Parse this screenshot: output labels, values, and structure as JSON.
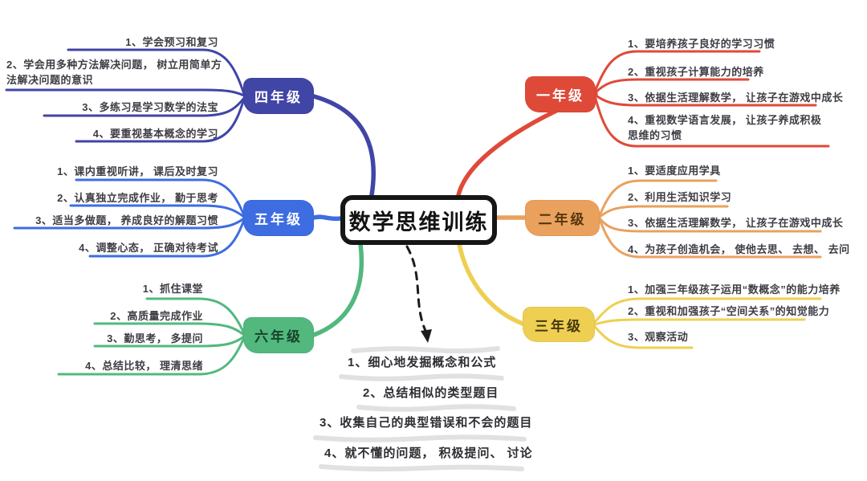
{
  "center": {
    "label": "数学思维训练"
  },
  "branches": [
    {
      "name": "grade-4",
      "label": "四年级",
      "color": "#4145a6",
      "label_color": "#ffffff",
      "items": [
        "1、学会预习和复习",
        "2、学会用多种方法解决问题， 树立用简单方法解决问题的意识",
        "3、多练习是学习数学的法宝",
        "4、要重视基本概念的学习"
      ]
    },
    {
      "name": "grade-5",
      "label": "五年级",
      "color": "#3e6de2",
      "label_color": "#ffffff",
      "items": [
        "1、课内重视听讲， 课后及时复习",
        "2、认真独立完成作业， 勤于思考",
        "3、适当多做题， 养成良好的解题习惯",
        "4、调整心态， 正确对待考试"
      ]
    },
    {
      "name": "grade-6",
      "label": "六年级",
      "color": "#52b87e",
      "label_color": "#17432b",
      "items": [
        "1、抓住课堂",
        "2、高质量完成作业",
        "3、勤思考， 多提问",
        "4、总结比较， 理清思绪"
      ]
    },
    {
      "name": "grade-1",
      "label": "一年级",
      "color": "#df4a38",
      "label_color": "#ffffff",
      "items": [
        "1、要培养孩子良好的学习习惯",
        "2、重视孩子计算能力的培养",
        "3、依据生活理解数学， 让孩子在游戏中成长",
        "4、重视数学语言发展， 让孩子养成积极思维的习惯"
      ]
    },
    {
      "name": "grade-2",
      "label": "二年级",
      "color": "#e9a15d",
      "label_color": "#56350f",
      "items": [
        "1、要适度应用学具",
        "2、利用生活知识学习",
        "3、依据生活理解数学， 让孩子在游戏中成长",
        "4、为孩子创造机会， 使他去思、 去想、 去问"
      ]
    },
    {
      "name": "grade-3",
      "label": "三年级",
      "color": "#eecf52",
      "label_color": "#45390c",
      "items": [
        "1、加强三年级孩子运用“数概念”的能力培养",
        "2、重视和加强孩子“空间关系”的知觉能力",
        "3、观察活动"
      ]
    }
  ],
  "bottom_list": {
    "items": [
      "1、细心地发掘概念和公式",
      "2、总结相似的类型题目",
      "3、收集自己的典型错误和不会的题目",
      "4、就不懂的问题， 积极提问、 讨论"
    ]
  },
  "colors": {
    "background": "#ffffff",
    "item_text": "#3d3d44",
    "center_border": "#161616",
    "dashed_connector": "#1c1c1c",
    "bottom_highlight": "#c9c9c9"
  }
}
